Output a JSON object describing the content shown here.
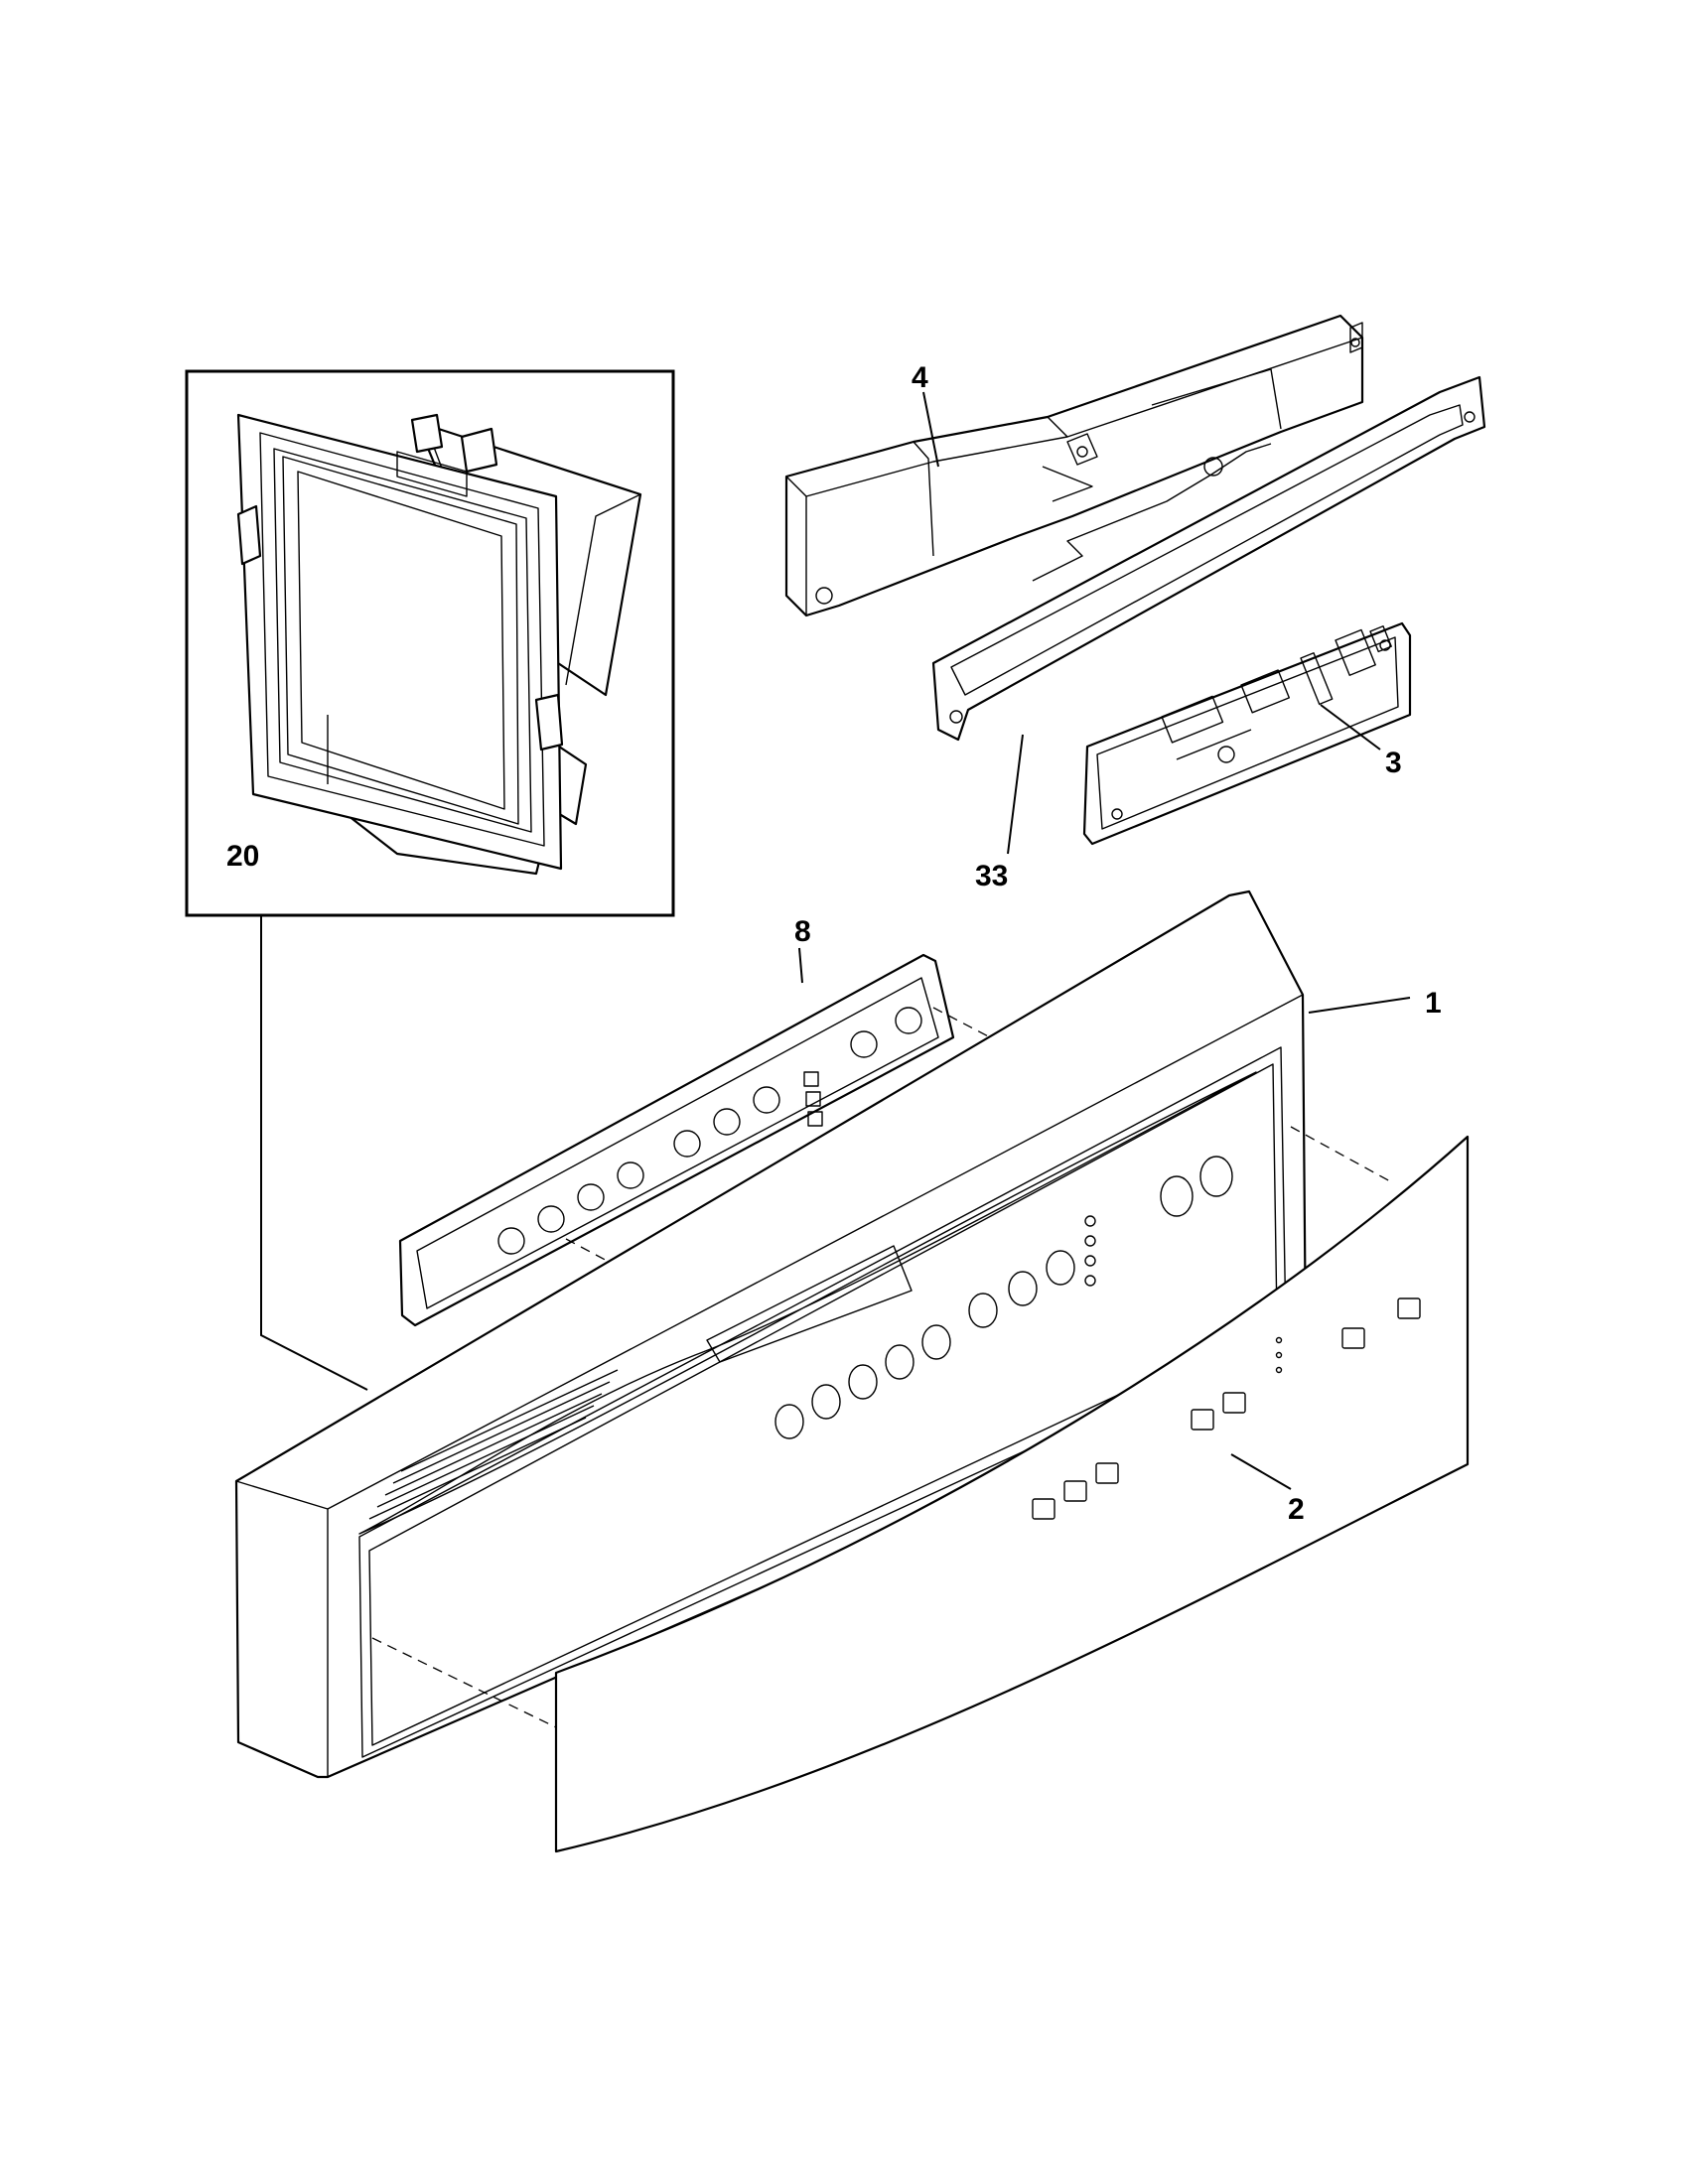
{
  "callouts": {
    "part_1": "1",
    "part_2": "2",
    "part_3": "3",
    "part_4": "4",
    "part_8": "8",
    "part_20": "20",
    "part_33": "33"
  },
  "colors": {
    "ink": "#000000",
    "paper": "#ffffff"
  }
}
